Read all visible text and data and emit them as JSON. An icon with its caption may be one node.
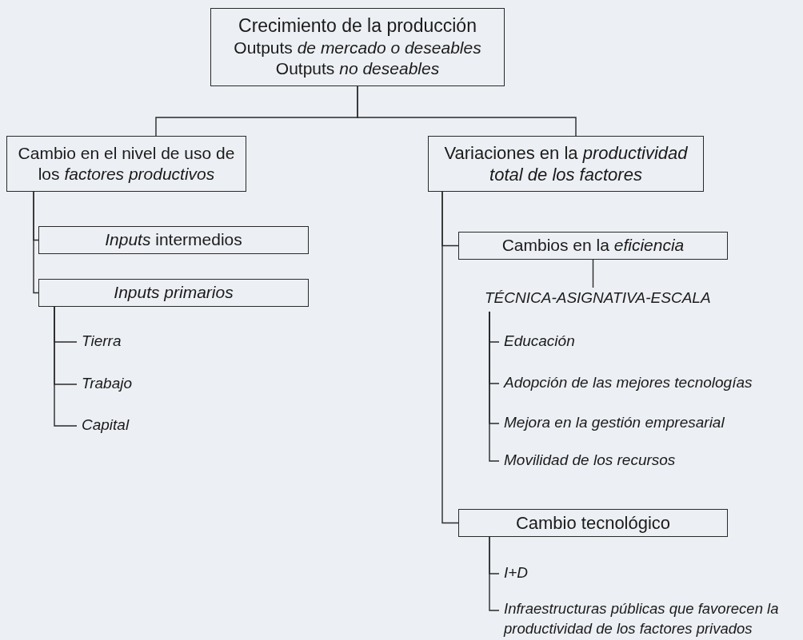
{
  "diagram": {
    "nodes": [
      {
        "text": [
          "Crecimiento de la producción",
          "Outputs *de mercado o deseables*",
          "Outputs *no deseables*"
        ]
      },
      {
        "text": [
          "Cambio en el nivel de uso de los *factores productivos*"
        ]
      },
      {
        "text": [
          "Variaciones en la *productividad total de los factores*"
        ]
      },
      {
        "text": [
          "*Inputs* intermedios"
        ]
      },
      {
        "text": [
          "Inputs primarios"
        ]
      },
      {
        "text": [
          "Tierra"
        ]
      },
      {
        "text": [
          "Trabajo"
        ]
      },
      {
        "text": [
          "Capital"
        ]
      },
      {
        "text": [
          "Cambios en la *eficiencia*"
        ]
      },
      {
        "text": [
          "TÉCNICA-ASIGNATIVA-ESCALA"
        ]
      },
      {
        "text": [
          "Educación"
        ]
      },
      {
        "text": [
          "Adopción de las mejores tecnologías"
        ]
      },
      {
        "text": [
          "Mejora en la gestión empresarial"
        ]
      },
      {
        "text": [
          "Movilidad de los recursos"
        ]
      },
      {
        "text": [
          "Cambio tecnológico"
        ]
      },
      {
        "text": [
          "I+D"
        ]
      },
      {
        "text": [
          "Infraestructuras públicas que favorecen la productividad de los factores privados"
        ]
      }
    ],
    "edges": [
      {
        "from": 0,
        "to": 1,
        "arrow": "none"
      },
      {
        "from": 0,
        "to": 2,
        "arrow": "none"
      },
      {
        "from": 1,
        "to": 3,
        "arrow": "none"
      },
      {
        "from": 1,
        "to": 4,
        "arrow": "none"
      },
      {
        "from": 4,
        "to": 5,
        "arrow": "none"
      },
      {
        "from": 4,
        "to": 6,
        "arrow": "none"
      },
      {
        "from": 4,
        "to": 7,
        "arrow": "none"
      },
      {
        "from": 2,
        "to": 8,
        "arrow": "none"
      },
      {
        "from": 2,
        "to": 14,
        "arrow": "none"
      },
      {
        "from": 8,
        "to": 9,
        "arrow": "none"
      },
      {
        "from": 9,
        "to": 10,
        "arrow": "none"
      },
      {
        "from": 9,
        "to": 11,
        "arrow": "none"
      },
      {
        "from": 9,
        "to": 12,
        "arrow": "none"
      },
      {
        "from": 9,
        "to": 13,
        "arrow": "none"
      },
      {
        "from": 14,
        "to": 15,
        "arrow": "none"
      },
      {
        "from": 14,
        "to": 16,
        "arrow": "none"
      }
    ]
  }
}
